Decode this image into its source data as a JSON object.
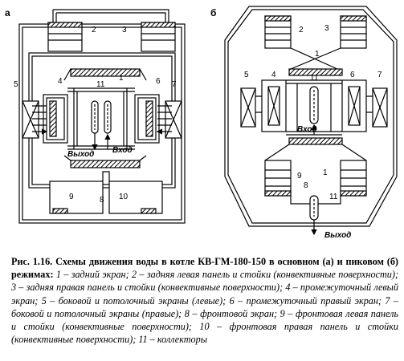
{
  "diagram": {
    "panel_a_letter": "а",
    "panel_b_letter": "б",
    "label_inlet": "Вход",
    "label_outlet": "Выход",
    "nums": {
      "n1": "1",
      "n2": "2",
      "n3": "3",
      "n4": "4",
      "n5": "5",
      "n6": "6",
      "n7": "7",
      "n8": "8",
      "n9": "9",
      "n10": "10",
      "n11": "11"
    }
  },
  "caption": {
    "title": "Рис. 1.16. Схемы движения воды в котле КВ-ГМ-180-150 в основном (а) и пиковом (б) режимах:",
    "legend": " 1 – задний экран; 2 – задняя левая панель и стойки (конвективные поверхности); 3 – задняя правая панель и стойки (конвективные поверхности); 4 – промежуточный левый экран; 5 – боковой и потолочный экраны (левые); 6 – промежуточный правый экран; 7 – боковой и потолочный экраны (правые); 8 – фронтовой экран; 9 – фронтовая левая панель и стойки (конвективные поверхности); 10 – фронтовая правая панель и стойки (конвективные поверхности); 11 – коллекторы"
  }
}
